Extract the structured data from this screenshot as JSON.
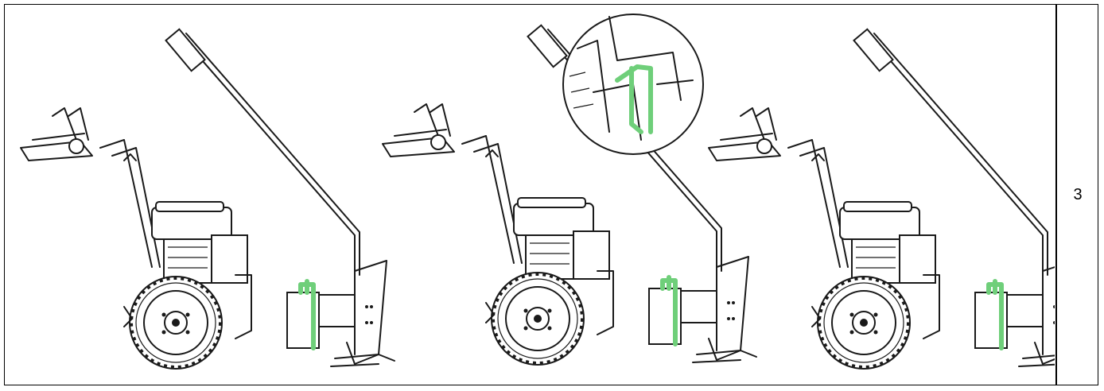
{
  "step": {
    "number": "3"
  },
  "colors": {
    "highlight": "#6fcf7a",
    "line": "#1a1a1a"
  },
  "figures": [
    {
      "name": "tiller-with-blade-stage-1",
      "icon": "tiller-illustration"
    },
    {
      "name": "tiller-with-blade-stage-2",
      "icon": "tiller-illustration",
      "detail": "magnified-hook-detail"
    },
    {
      "name": "tiller-with-blade-stage-3",
      "icon": "tiller-illustration"
    }
  ]
}
